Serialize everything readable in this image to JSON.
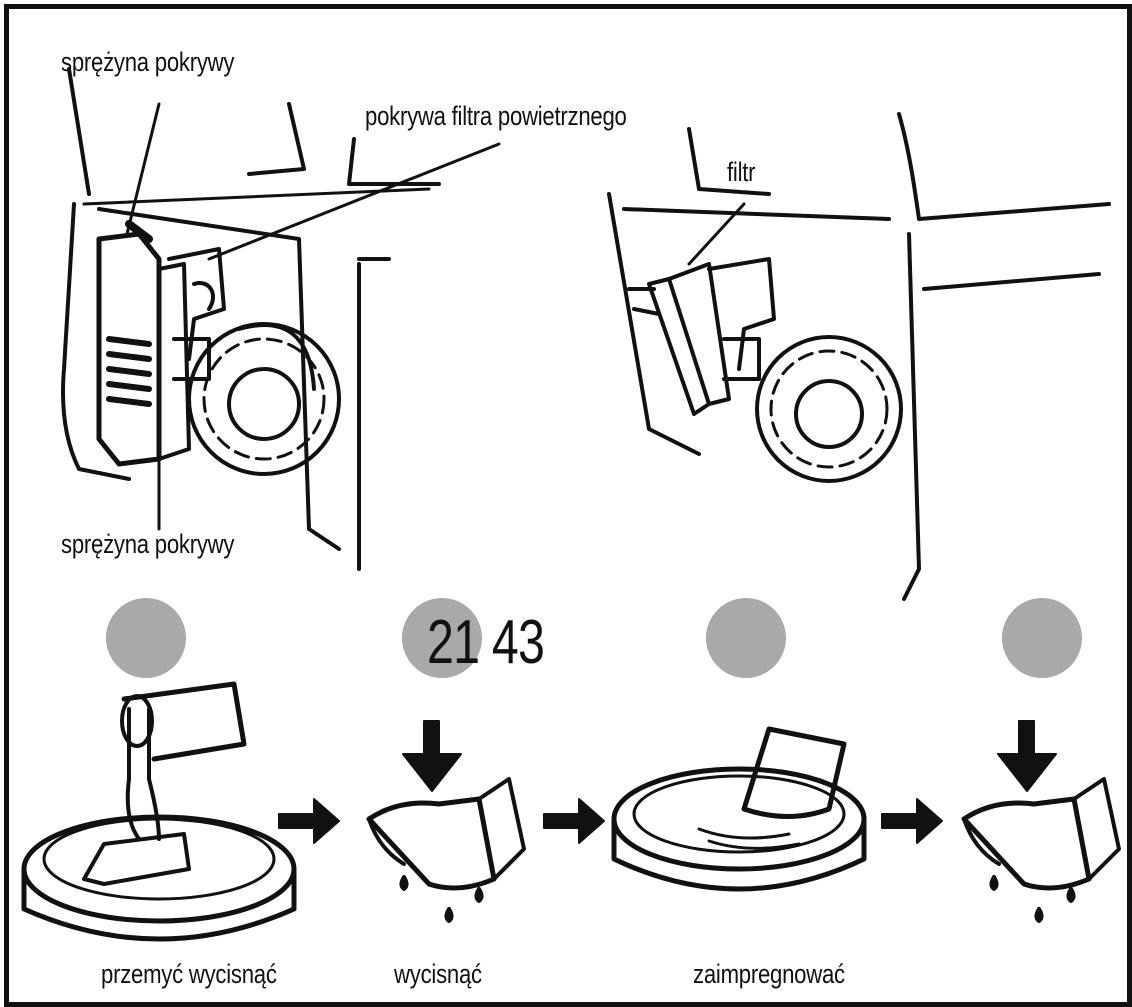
{
  "labels": {
    "cover_spring_top": "sprężyna pokrywy",
    "air_filter_cover": "pokrywa filtra powietrznego",
    "filter": "filtr",
    "cover_spring_bottom": "sprężyna pokrywy"
  },
  "step_numbers": "21 43",
  "captions": {
    "step1": "przemyć wycisnąć",
    "step2": "wycisnąć",
    "step3": "zaimpregnować"
  },
  "colors": {
    "line": "#111111",
    "circle": "#a9a9a9",
    "background": "#ffffff"
  }
}
